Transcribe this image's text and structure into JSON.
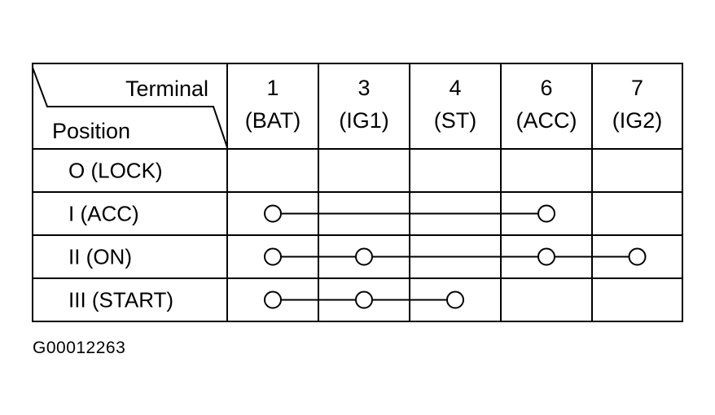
{
  "header": {
    "terminal_label": "Terminal",
    "position_label": "Position"
  },
  "terminals": [
    {
      "number": "1",
      "name": "(BAT)"
    },
    {
      "number": "3",
      "name": "(IG1)"
    },
    {
      "number": "4",
      "name": "(ST)"
    },
    {
      "number": "6",
      "name": "(ACC)"
    },
    {
      "number": "7",
      "name": "(IG2)"
    }
  ],
  "positions": [
    {
      "label": "O (LOCK)",
      "connections": []
    },
    {
      "label": "I (ACC)",
      "connections": [
        0,
        3
      ]
    },
    {
      "label": "II (ON)",
      "connections": [
        0,
        1,
        3,
        4
      ]
    },
    {
      "label": "III (START)",
      "connections": [
        0,
        1,
        2
      ]
    }
  ],
  "figure_id": "G00012263",
  "colors": {
    "line": "#000000",
    "background": "#ffffff"
  }
}
